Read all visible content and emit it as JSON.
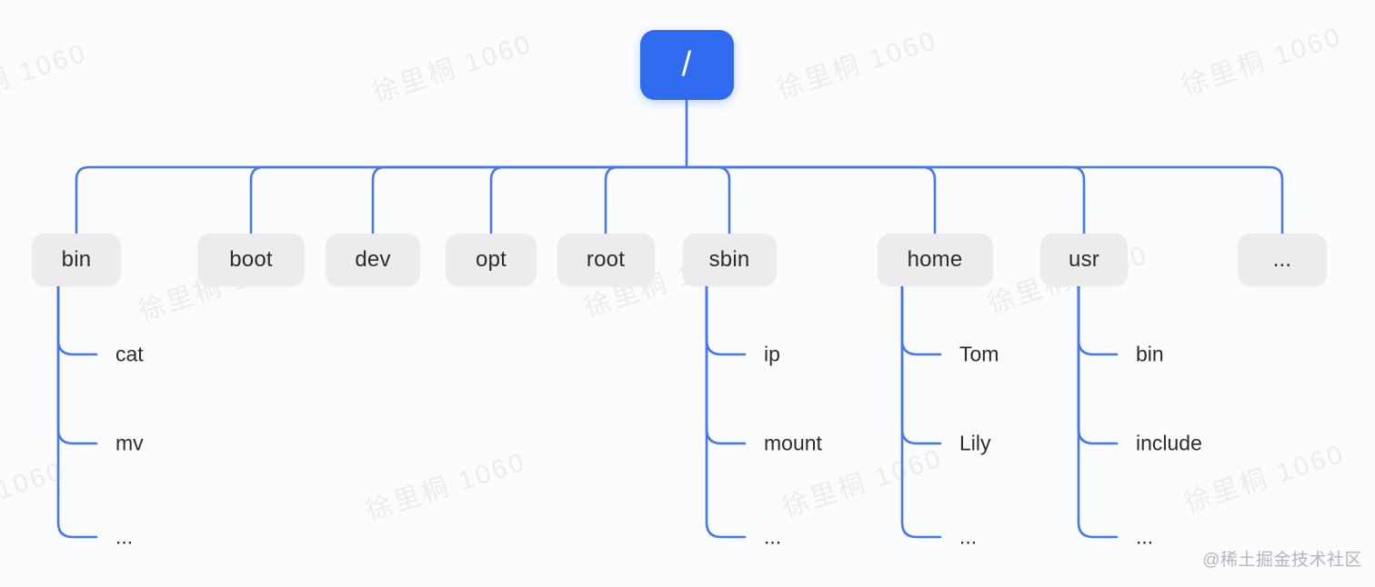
{
  "diagram": {
    "title_semantic": "linux-filesystem-tree",
    "root": {
      "label": "/"
    },
    "level1": [
      {
        "label": "bin",
        "children": [
          "cat",
          "mv",
          "..."
        ]
      },
      {
        "label": "boot",
        "children": []
      },
      {
        "label": "dev",
        "children": []
      },
      {
        "label": "opt",
        "children": []
      },
      {
        "label": "root",
        "children": []
      },
      {
        "label": "sbin",
        "children": [
          "ip",
          "mount",
          "..."
        ]
      },
      {
        "label": "home",
        "children": [
          "Tom",
          "Lily",
          "..."
        ]
      },
      {
        "label": "usr",
        "children": [
          "bin",
          "include",
          "..."
        ]
      },
      {
        "label": "...",
        "children": []
      }
    ]
  },
  "watermark": {
    "text": "徐里桐 1060"
  },
  "credit": {
    "text": "@稀土掘金技术社区"
  },
  "colors": {
    "root_fill": "#2e6bef",
    "root_text": "#ffffff",
    "connector_line": "#4577f3",
    "node_fill": "#ececee",
    "node_text": "#2a2c30",
    "background": "#fbfcfd",
    "watermark_text": "rgba(158,168,180,0.18)",
    "credit_text": "#b2b5ba"
  }
}
